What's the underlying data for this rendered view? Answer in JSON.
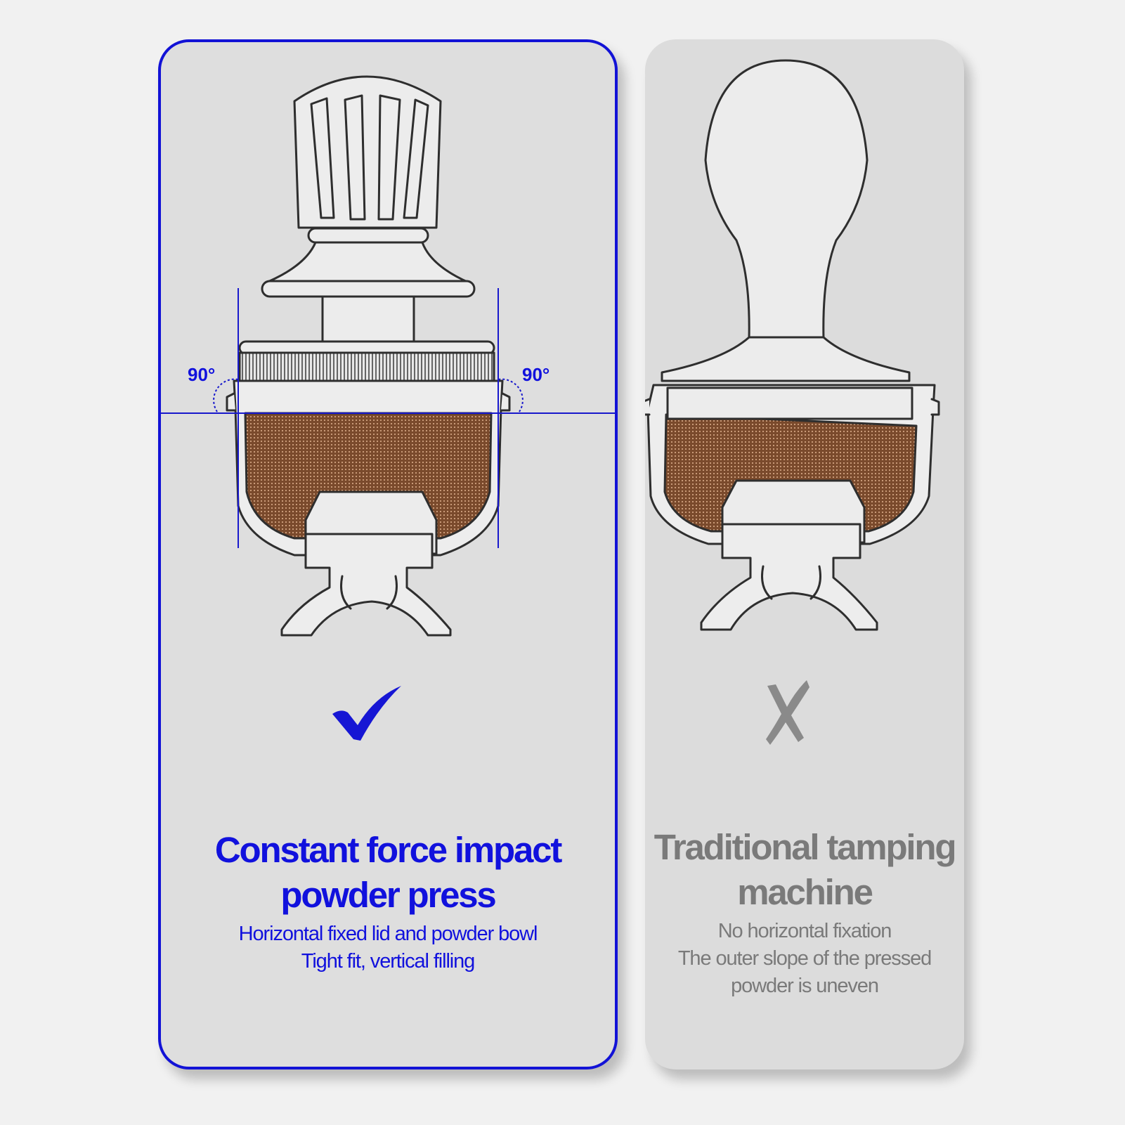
{
  "left_panel": {
    "title_lines": [
      "Constant force impact",
      "powder press"
    ],
    "desc_lines": [
      "Horizontal fixed lid and powder bowl",
      "Tight fit, vertical filling"
    ],
    "angle_left": "90°",
    "angle_right": "90°",
    "mark_icon": "checkmark-icon",
    "accent_color": "#1111dd"
  },
  "right_panel": {
    "title_lines": [
      "Traditional tamping",
      "machine"
    ],
    "desc_lines": [
      "No horizontal fixation",
      "The outer slope of the pressed",
      "powder is uneven"
    ],
    "mark_icon": "cross-icon",
    "text_color": "#7a7a7a"
  },
  "colors": {
    "coffee": "#7a4a2c",
    "outline": "#2e2e2e"
  }
}
